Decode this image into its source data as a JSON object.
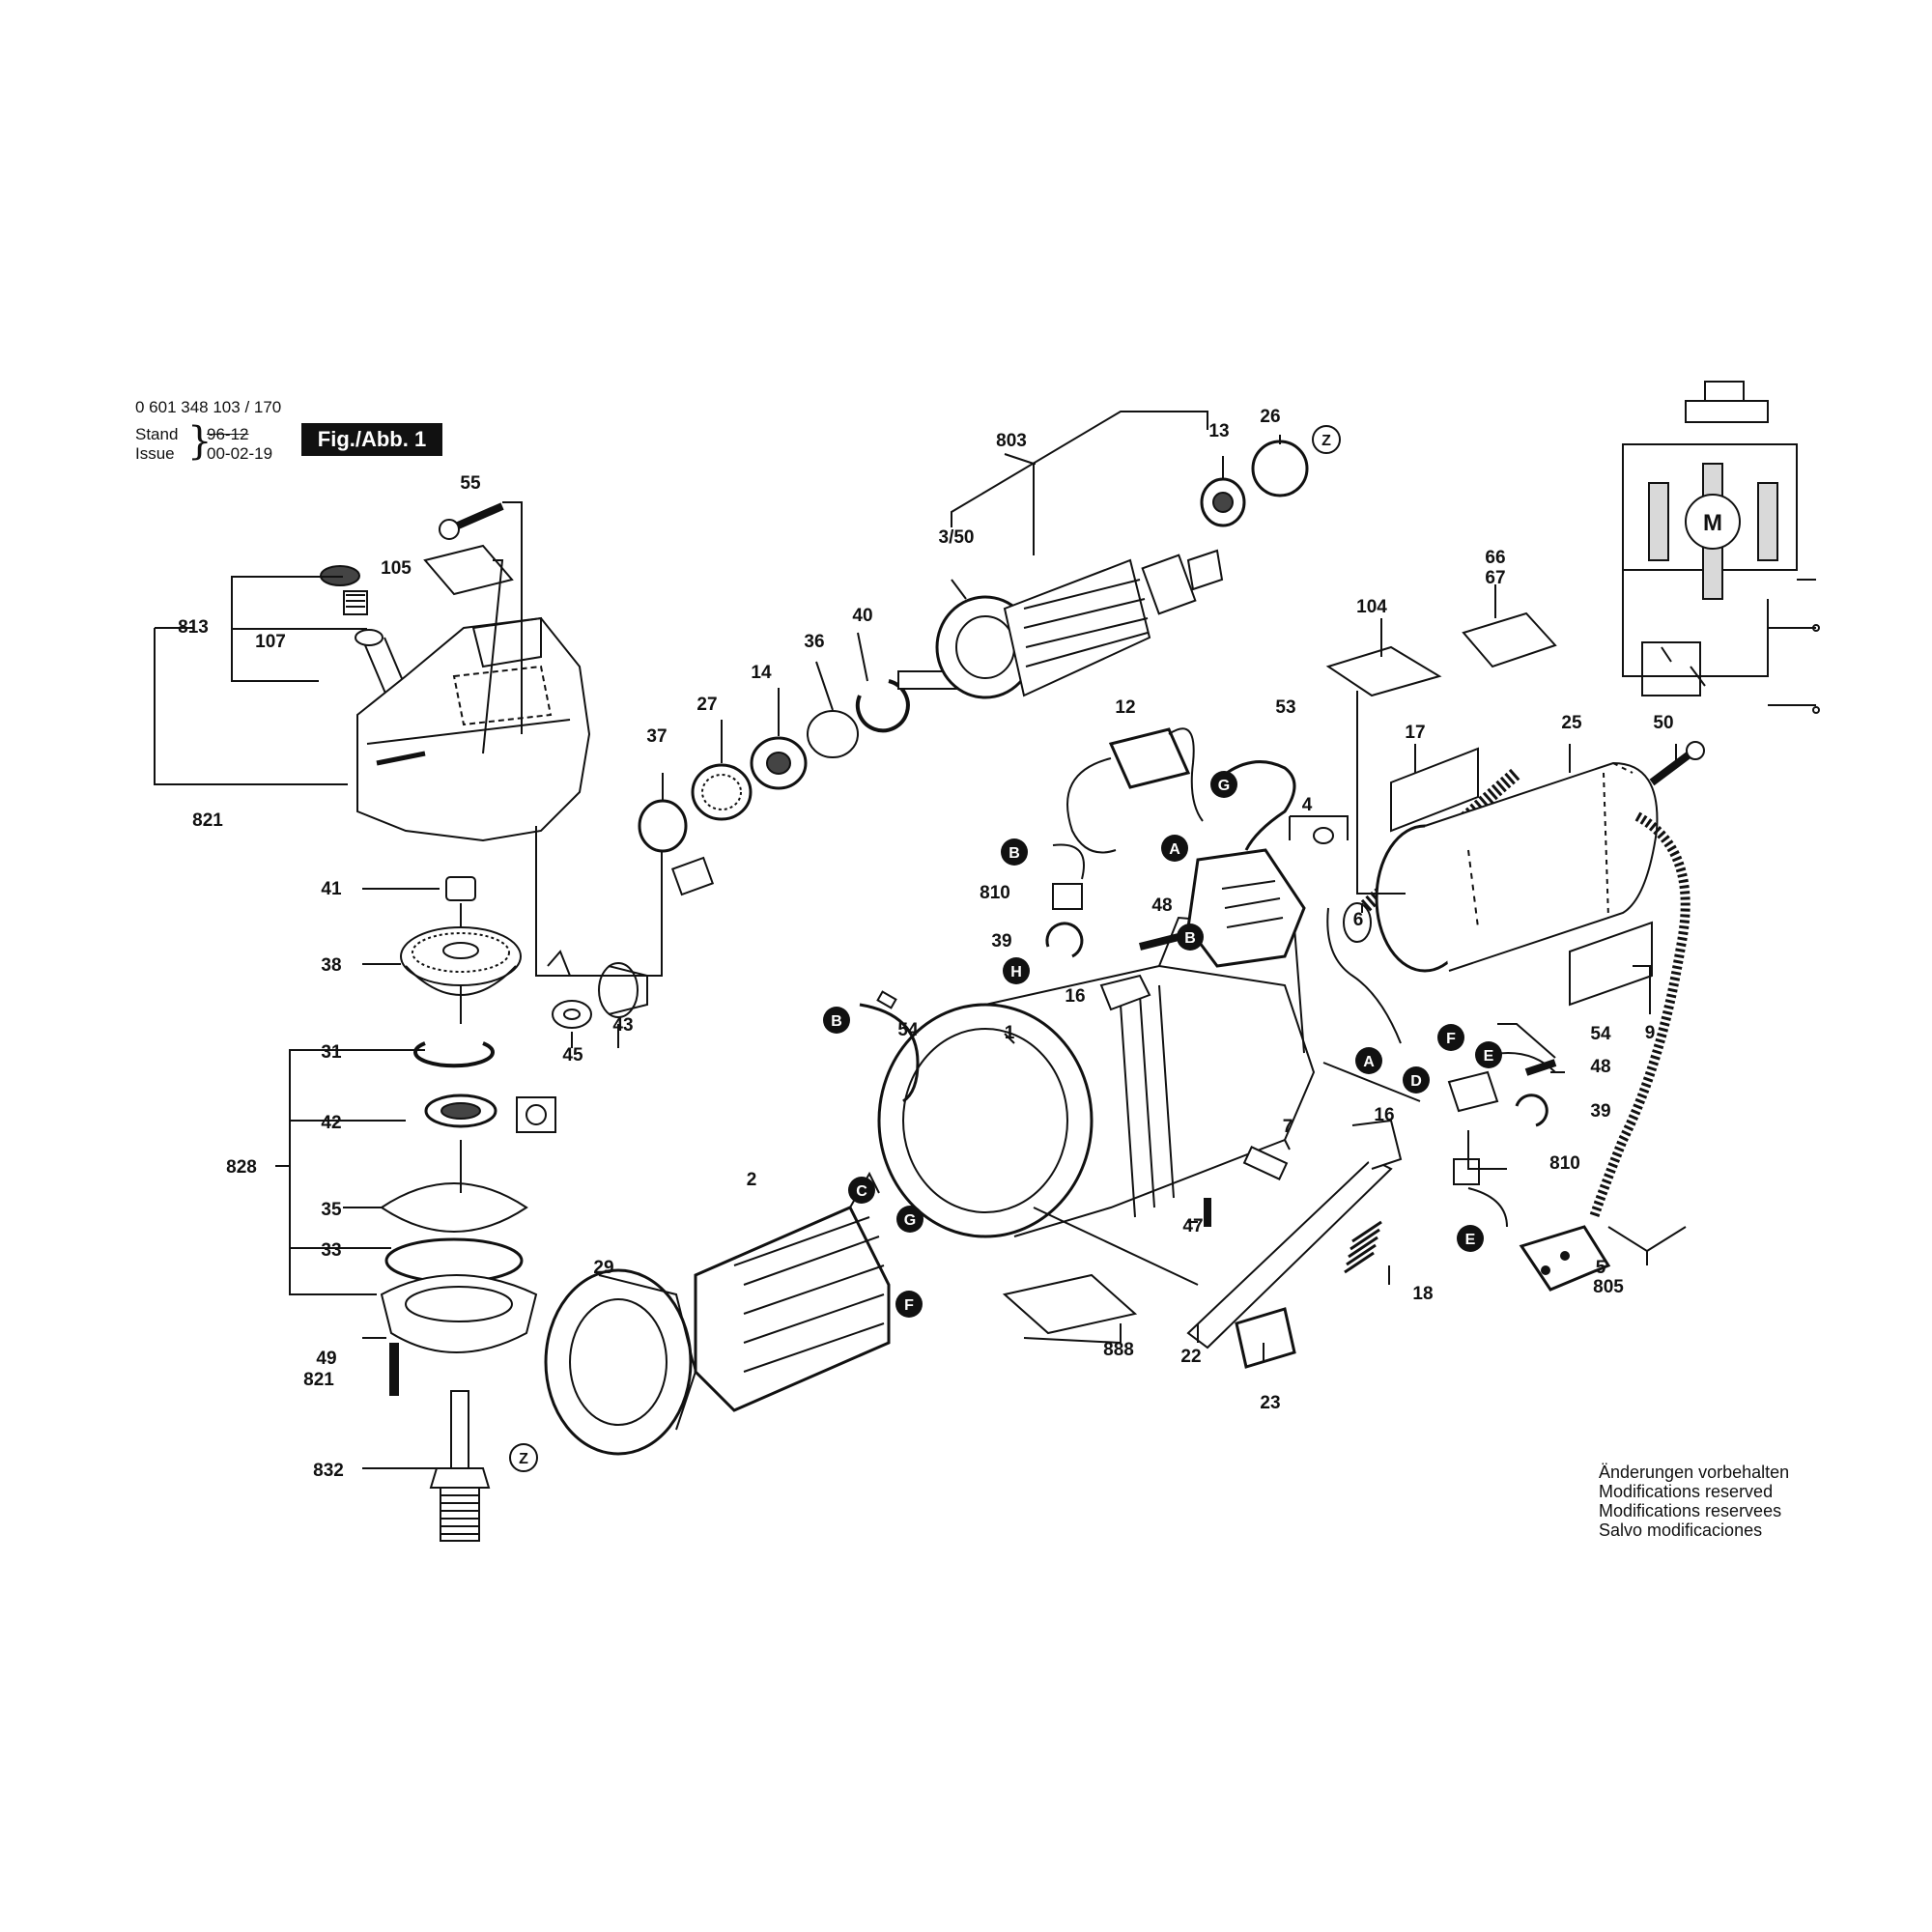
{
  "header": {
    "part_number": "0 601 348 103 / 170",
    "stand_label": "Stand",
    "stand_value_old": "96-12",
    "issue_label": "Issue",
    "issue_value": "00-02-19",
    "fig_label": "Fig./Abb. 1"
  },
  "callouts": {
    "c55": "55",
    "c105": "105",
    "c813": "813",
    "c107": "107",
    "c821a": "821",
    "c41": "41",
    "c38": "38",
    "c31": "31",
    "c42": "42",
    "c828": "828",
    "c35": "35",
    "c33": "33",
    "c49": "49",
    "c821b": "821",
    "c832": "832",
    "c45": "45",
    "c43": "43",
    "c37": "37",
    "c27": "27",
    "c14": "14",
    "c36": "36",
    "c40": "40",
    "c803": "803",
    "c350": "3/50",
    "c13": "13",
    "c26": "26",
    "c29": "29",
    "c2": "2",
    "c54a": "54",
    "c1": "1",
    "c888": "888",
    "c22": "22",
    "c23": "23",
    "c12": "12",
    "c53": "53",
    "c4": "4",
    "c810a": "810",
    "c39a": "39",
    "c48a": "48",
    "c16a": "16",
    "c7": "7",
    "c47": "47",
    "c18": "18",
    "c104": "104",
    "c66": "66",
    "c67": "67",
    "c17": "17",
    "c25": "25",
    "c50": "50",
    "c6": "6",
    "c9": "9",
    "c54b": "54",
    "c48b": "48",
    "c16b": "16",
    "c39b": "39",
    "c810b": "810",
    "c5": "5",
    "c805": "805"
  },
  "markers": {
    "z1": "Z",
    "z2": "Z",
    "a1": "A",
    "a2": "A",
    "b1": "B",
    "b2": "B",
    "b3": "B",
    "c1": "C",
    "d1": "D",
    "e1": "E",
    "e2": "E",
    "f1": "F",
    "f2": "F",
    "g1": "G",
    "g2": "G",
    "h1": "H",
    "m": "M"
  },
  "notes": [
    "Änderungen vorbehalten",
    "Modifications reserved",
    "Modifications reservees",
    "Salvo modificaciones"
  ],
  "colors": {
    "ink": "#111111",
    "paper": "#ffffff",
    "fill_light": "#f2f2f2",
    "fill_mid": "#d9d9d9",
    "fill_dark": "#444444"
  }
}
